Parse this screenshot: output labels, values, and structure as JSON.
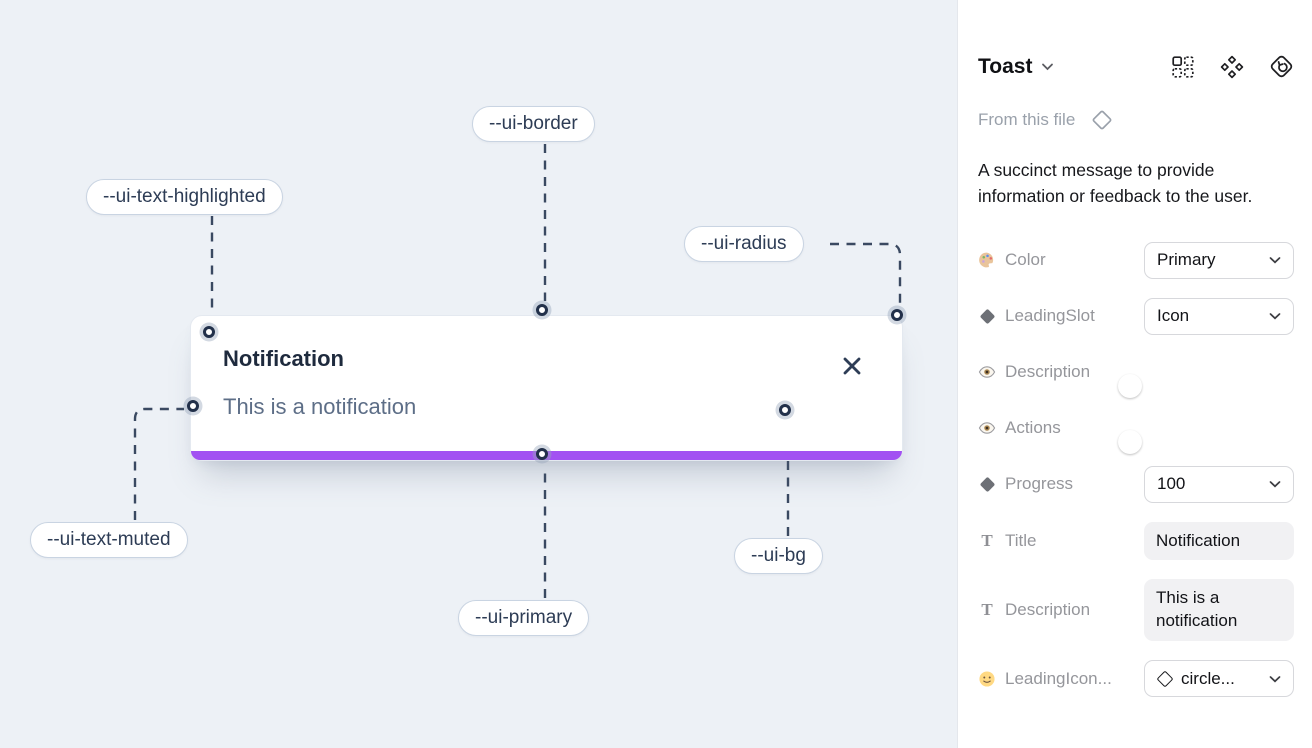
{
  "canvas": {
    "toast": {
      "title": "Notification",
      "description": "This is a notification"
    },
    "annotations": [
      {
        "text": "--ui-text-highlighted"
      },
      {
        "text": "--ui-border"
      },
      {
        "text": "--ui-radius"
      },
      {
        "text": "--ui-text-muted"
      },
      {
        "text": "--ui-primary"
      },
      {
        "text": "--ui-bg"
      }
    ],
    "colors": {
      "canvas_bg": "#edf1f6",
      "primary_bar": "#a251f2",
      "annotation_line": "#3a4961",
      "title_text": "#1e2a3d",
      "muted_text": "#5d6e87"
    }
  },
  "panel": {
    "title": "Toast",
    "source_label": "From this file",
    "description": "A succinct message to provide information or feedback to the user.",
    "header_icons": [
      "variants-icon",
      "component-icon",
      "swap-instance-icon"
    ],
    "toggle_color": "#1d9bf8",
    "text_icon_glyph": "T",
    "properties": [
      {
        "icon": "palette-icon",
        "label": "Color",
        "control": "select",
        "value": "Primary"
      },
      {
        "icon": "diamond-icon",
        "label": "LeadingSlot",
        "control": "select",
        "value": "Icon"
      },
      {
        "icon": "eye-icon",
        "label": "Description",
        "control": "toggle",
        "value": "on"
      },
      {
        "icon": "eye-icon",
        "label": "Actions",
        "control": "toggle",
        "value": "on"
      },
      {
        "icon": "diamond-icon",
        "label": "Progress",
        "control": "select",
        "value": "100"
      },
      {
        "icon": "text-icon",
        "label": "Title",
        "control": "text",
        "value": "Notification"
      },
      {
        "icon": "text-icon",
        "label": "Description",
        "control": "text",
        "value": "This is a notification"
      },
      {
        "icon": "smiley-icon",
        "label": "LeadingIcon...",
        "control": "select",
        "value": "circle..."
      }
    ]
  }
}
